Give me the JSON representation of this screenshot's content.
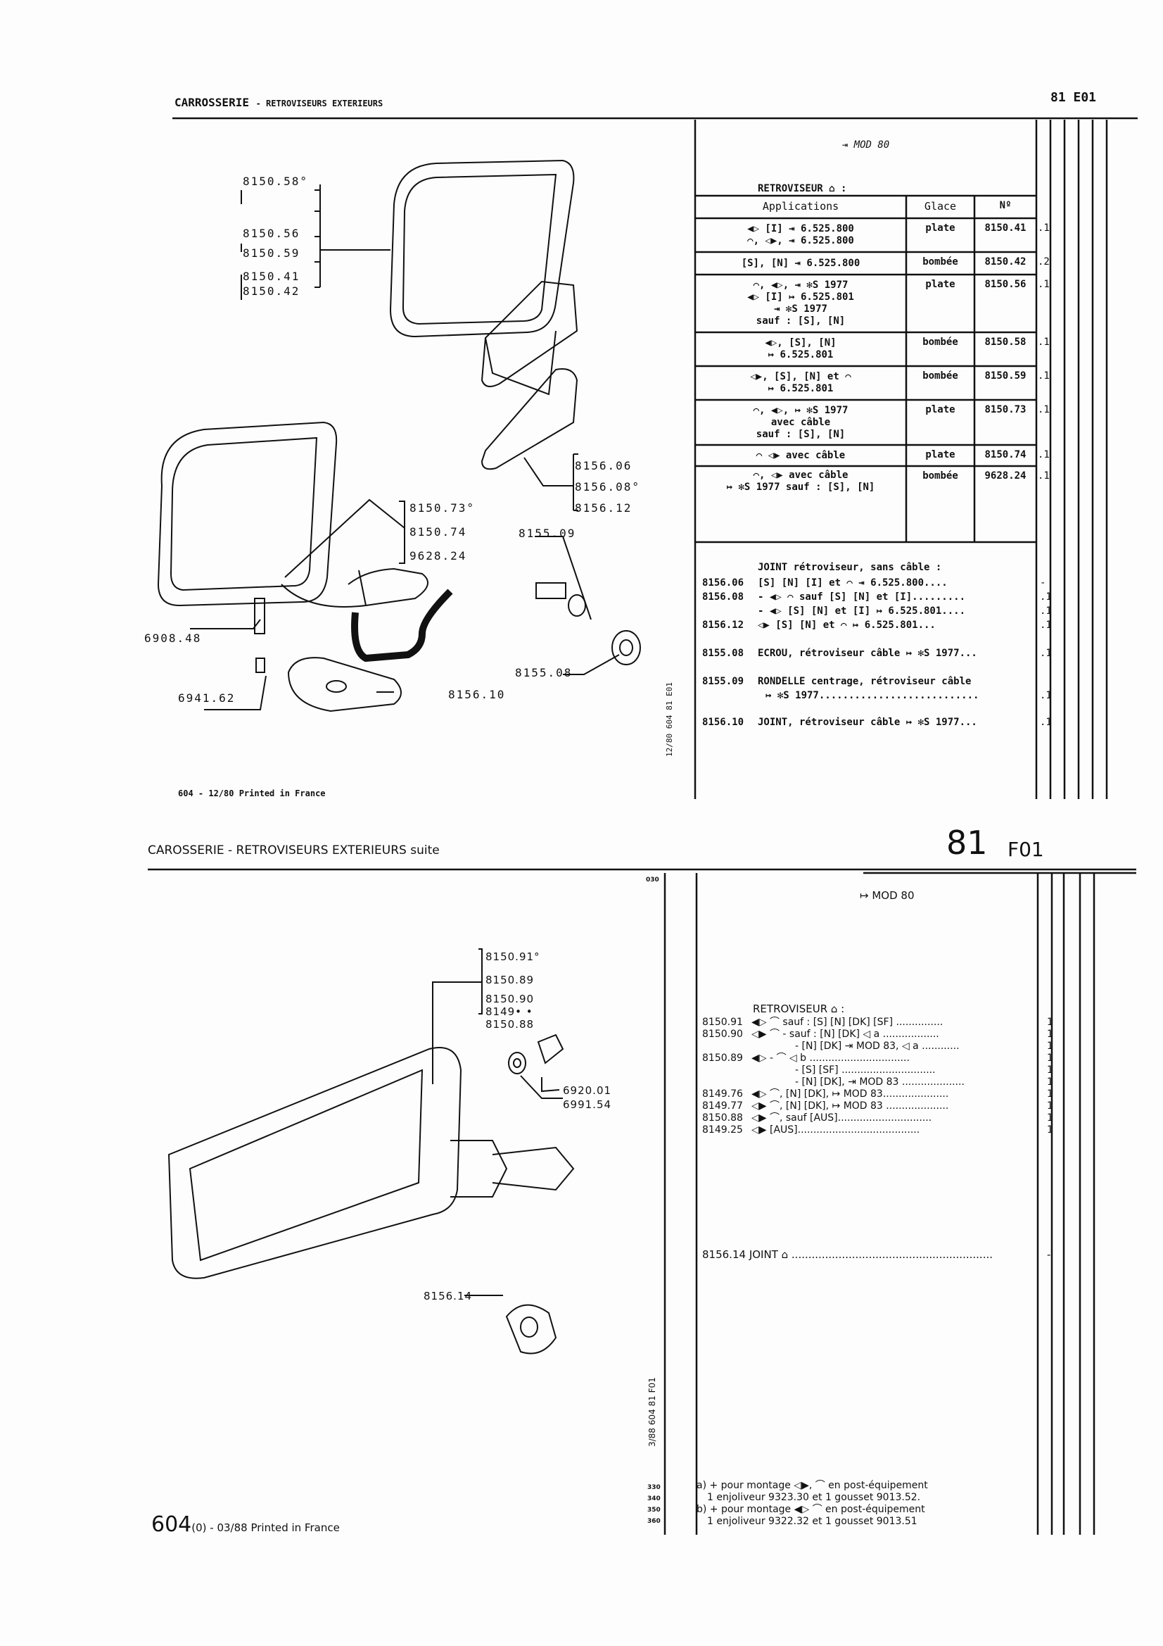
{
  "top": {
    "header_title": "CARROSSERIE",
    "header_sub": "- RETROVISEURS EXTERIEURS",
    "page_code": "81 E01",
    "mod": "⇥ MOD 80",
    "retro_title": "RETROVISEUR ⌂ :",
    "columns": [
      "Applications",
      "Glace",
      "Nº"
    ],
    "rows": [
      {
        "app": [
          "◀▷ [I] ⇥ 6.525.800",
          "⌒, ◁▶, ⇥ 6.525.800"
        ],
        "glace": "plate",
        "num": "8150.41",
        "qty": ".1"
      },
      {
        "app": [
          "[S], [N] ⇥ 6.525.800"
        ],
        "glace": "bombée",
        "num": "8150.42",
        "qty": ".2"
      },
      {
        "app": [
          "⌒, ◀▷, ⇥ ✻S 1977",
          "◀▷ [I] ↦ 6.525.801",
          "⇥ ✻S 1977",
          "sauf : [S], [N]"
        ],
        "glace": "plate",
        "num": "8150.56",
        "qty": ".1"
      },
      {
        "app": [
          "◀▷, [S], [N]",
          "↦ 6.525.801"
        ],
        "glace": "bombée",
        "num": "8150.58",
        "qty": ".1"
      },
      {
        "app": [
          "◁▶, [S], [N] et ⌒",
          "↦ 6.525.801"
        ],
        "glace": "bombée",
        "num": "8150.59",
        "qty": ".1"
      },
      {
        "app": [
          "⌒, ◀▷, ↦ ✻S 1977",
          "avec câble",
          "sauf : [S], [N]"
        ],
        "glace": "plate",
        "num": "8150.73",
        "qty": ".1"
      },
      {
        "app": [
          "⌒ ◁▶ avec câble"
        ],
        "glace": "plate",
        "num": "8150.74",
        "qty": ".1"
      },
      {
        "app": [
          "⌒, ◁▶ avec câble",
          "↦ ✻S 1977 sauf : [S], [N]"
        ],
        "glace": "bombée",
        "num": "9628.24",
        "qty": ".1"
      }
    ],
    "joint_title": "JOINT rétroviseur, sans câble :",
    "lines": [
      {
        "ref": "8156.06",
        "text": "[S] [N] [I] et ⌒ ⇥ 6.525.800....",
        "qty": "-"
      },
      {
        "ref": "8156.08",
        "text": "- ◀▷ ⌒ sauf [S] [N] et [I].........",
        "qty": ".1"
      },
      {
        "ref": "",
        "text": "- ◀▷ [S] [N] et [I] ↦ 6.525.801....",
        "qty": ".1"
      },
      {
        "ref": "8156.12",
        "text": "◁▶ [S] [N] et ⌒ ↦ 6.525.801...",
        "qty": ".1"
      },
      {
        "ref": "8155.08",
        "text": "ECROU, rétroviseur câble ↦ ✻S 1977...",
        "qty": ".1"
      },
      {
        "ref": "8155.09",
        "text": "RONDELLE centrage, rétroviseur câble",
        "qty": ""
      },
      {
        "ref": "",
        "text": "↦ ✻S 1977...........................",
        "qty": ".1"
      },
      {
        "ref": "8156.10",
        "text": "JOINT, rétroviseur câble ↦ ✻S 1977...",
        "qty": ".1"
      }
    ],
    "side_code": "12/80 604 81 E01",
    "footer": "604 - 12/80 Printed in France",
    "callouts": [
      "8150.58°",
      "8150.56",
      "8150.59",
      "8150.41",
      "8150.42",
      "8156.06",
      "8156.08°",
      "8156.12",
      "8150.73°",
      "8150.74",
      "9628.24",
      "8155.09",
      "6908.48",
      "6941.62",
      "8156.10",
      "8155.08"
    ]
  },
  "bottom": {
    "header_title": "CAROSSERIE - RETROVISEURS EXTERIEURS suite",
    "page_num": "81",
    "page_code": "F01",
    "mod": "↦ MOD 80",
    "retro_title": "RETROVISEUR ⌂ :",
    "lines": [
      {
        "ref": "8150.91",
        "text": "◀▷ ⌒ sauf : [S] [N] [DK] [SF] ...............",
        "qty": "1"
      },
      {
        "ref": "8150.90",
        "text": "◁▶ ⌒ - sauf : [N] [DK] ◁ a ..................",
        "qty": "1"
      },
      {
        "ref": "",
        "text": "- [N] [DK] ⇥ MOD 83, ◁ a ............",
        "qty": "1"
      },
      {
        "ref": "8150.89",
        "text": "◀▷ - ⌒ ◁ b ................................",
        "qty": "1"
      },
      {
        "ref": "",
        "text": "- [S] [SF] ..............................",
        "qty": "1"
      },
      {
        "ref": "",
        "text": "- [N] [DK], ⇥ MOD 83 ....................",
        "qty": "1"
      },
      {
        "ref": "8149.76",
        "text": "◀▷ ⌒, [N] [DK], ↦ MOD 83.....................",
        "qty": "1"
      },
      {
        "ref": "8149.77",
        "text": "◁▶ ⌒, [N] [DK], ↦ MOD 83 ....................",
        "qty": "1"
      },
      {
        "ref": "8150.88",
        "text": "◁▶ ⌒, sauf [AUS]..............................",
        "qty": "1"
      },
      {
        "ref": "8149.25",
        "text": "◁▶ [AUS].......................................",
        "qty": "1"
      }
    ],
    "joint": {
      "ref": "8156.14",
      "text": "JOINT ⌂ ............................................................",
      "qty": "-"
    },
    "notes": [
      "a) + pour montage ◁▶, ⌒ en post-équipement",
      "1 enjoliveur 9323.30 et 1 gousset 9013.52.",
      "b) + pour montage ◀▷ ⌒ en post-équipement",
      "1 enjoliveur 9322.32 et 1 gousset 9013.51"
    ],
    "margin_nums": [
      "330",
      "340",
      "350",
      "360"
    ],
    "top_nums": [
      "030"
    ],
    "side_code": "3/88 604 81 F01",
    "footer_main": "604",
    "footer_rest": "(0) - 03/88 Printed in France",
    "callouts": [
      "8150.91°",
      "8150.89",
      "8150.90",
      "8149• •",
      "8150.88",
      "6920.01",
      "6991.54",
      "8156.14"
    ]
  }
}
